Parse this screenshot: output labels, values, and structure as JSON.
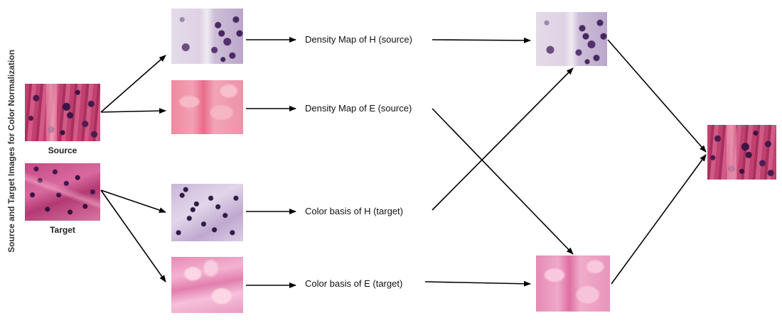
{
  "title": "Source and Target Images for Color Normalization",
  "images": {
    "source": {
      "caption": "Source"
    },
    "target": {
      "caption": "Target"
    }
  },
  "steps": {
    "density_h_source": "Density Map of H (source)",
    "density_e_source": "Density Map of E (source)",
    "basis_h_target": "Color basis of H (target)",
    "basis_e_target": "Color basis of E (target)"
  },
  "colors": {
    "arrow": "#000000",
    "hematoxylin": "#4b2a63",
    "eosin": "#ee8aa0"
  }
}
